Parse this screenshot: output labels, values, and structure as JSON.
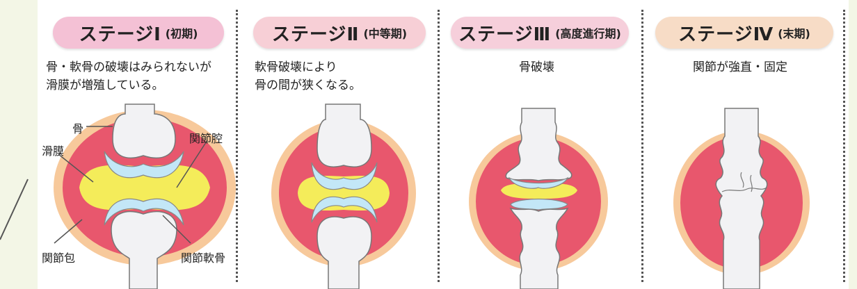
{
  "colors": {
    "capsule": "#f7c99b",
    "synovium": "#e8576d",
    "fluid": "#f4ec5a",
    "cartilage": "#c3e7f7",
    "bone": "#f2f2f4",
    "bone_stroke": "#777777",
    "pill1": "#f4c1d5",
    "pill2": "#f7cfd6",
    "pill3": "#f6cfdb",
    "pill4": "#f7dcc6"
  },
  "stages": [
    {
      "title_main": "ステージⅠ",
      "title_sub": "(初期)",
      "description": "骨・軟骨の破壊はみられないが\n滑膜が増殖している。"
    },
    {
      "title_main": "ステージⅡ",
      "title_sub": "(中等期)",
      "description": "軟骨破壊により\n骨の間が狭くなる。"
    },
    {
      "title_main": "ステージⅢ",
      "title_sub": "(高度進行期)",
      "description": "骨破壊"
    },
    {
      "title_main": "ステージⅣ",
      "title_sub": "(末期)",
      "description": "関節が強直・固定"
    }
  ],
  "labels": {
    "bone": "骨",
    "synovium": "滑膜",
    "joint_cavity": "関節腔",
    "joint_capsule": "関節包",
    "articular_cartilage": "関節軟骨"
  }
}
